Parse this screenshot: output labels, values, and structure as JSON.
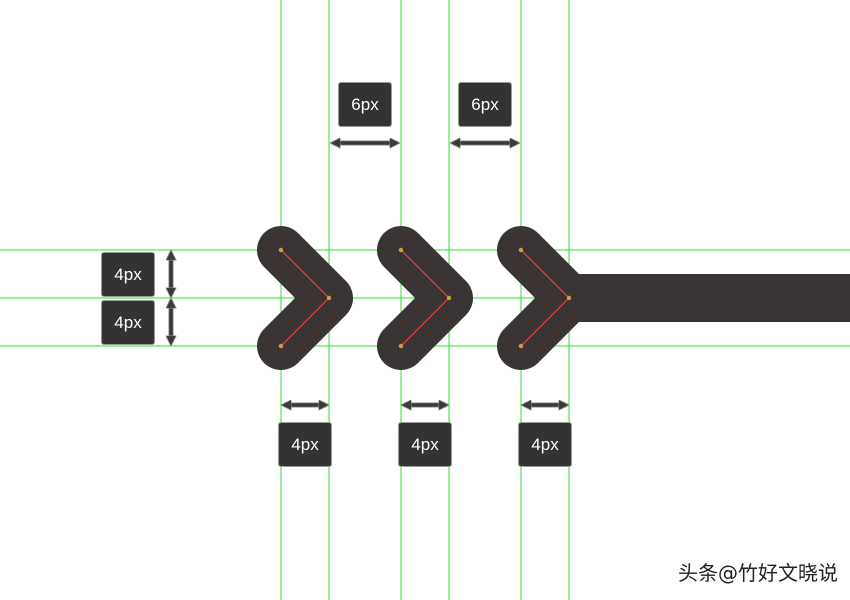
{
  "colors": {
    "background": "#ffffff",
    "guide": "#33dd33",
    "shape": "#3a3434",
    "path": "#e84040",
    "anchor": "#c8a040",
    "badge_bg": "#333333",
    "badge_text": "#ffffff",
    "arrow": "#3a3a3a"
  },
  "labels": {
    "gap_top_1": "6px",
    "gap_top_2": "6px",
    "height_upper": "4px",
    "height_lower": "4px",
    "width_1": "4px",
    "width_2": "4px",
    "width_3": "4px"
  },
  "watermark": "头条@竹好文晓说"
}
